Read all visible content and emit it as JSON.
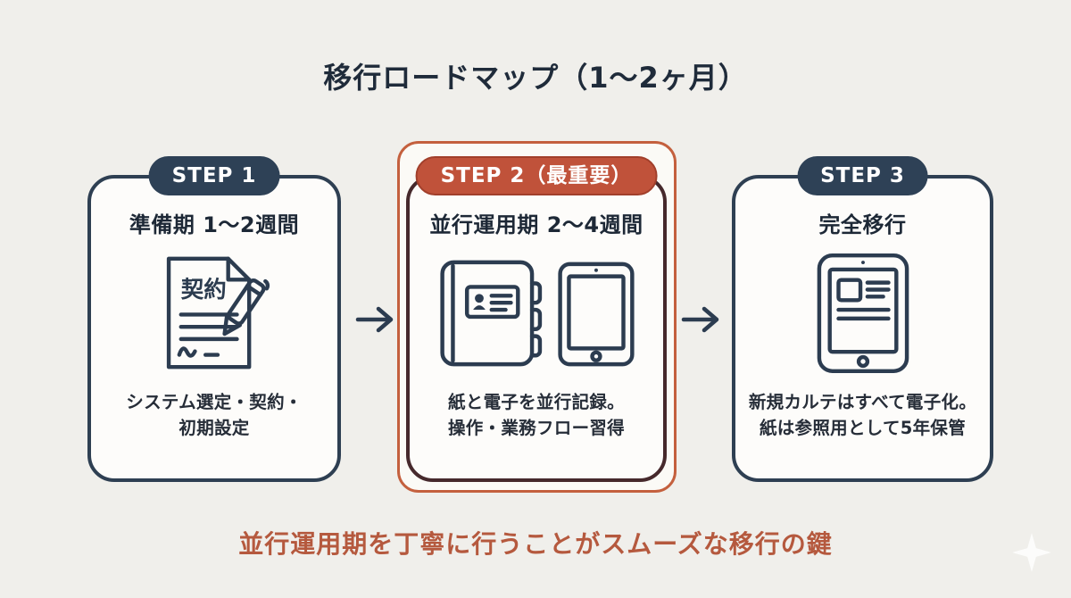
{
  "page": {
    "title": "移行ロードマップ（1〜2ヶ月）",
    "footer_note": "並行運用期を丁寧に行うことがスムーズな移行の鍵"
  },
  "colors": {
    "background": "#f0efeb",
    "card_background": "#fdfcfa",
    "navy": "#2e3f52",
    "navy_badge": "#2e4156",
    "orange_badge": "#c0523a",
    "orange_frame": "#c4603e",
    "maroon_border": "#46292c",
    "footer_text": "#b5593e",
    "heading_text": "#1d2836",
    "body_text": "#262d38"
  },
  "steps": [
    {
      "badge": "STEP 1",
      "title": "準備期 1〜2週間",
      "icon": "contract-document-icon",
      "icon_label": "契約",
      "description_line1": "システム選定・契約・",
      "description_line2": "初期設定",
      "highlighted": false
    },
    {
      "badge": "STEP 2（最重要）",
      "title": "並行運用期 2〜4週間",
      "icon": "paper-chart-and-tablet-icon",
      "icon_label": "",
      "description_line1": "紙と電子を並行記録。",
      "description_line2": "操作・業務フロー習得",
      "highlighted": true
    },
    {
      "badge": "STEP 3",
      "title": "完全移行",
      "icon": "tablet-ehr-icon",
      "icon_label": "",
      "description_line1": "新規カルテはすべて電子化。",
      "description_line2": "紙は参照用として5年保管",
      "highlighted": false
    }
  ]
}
